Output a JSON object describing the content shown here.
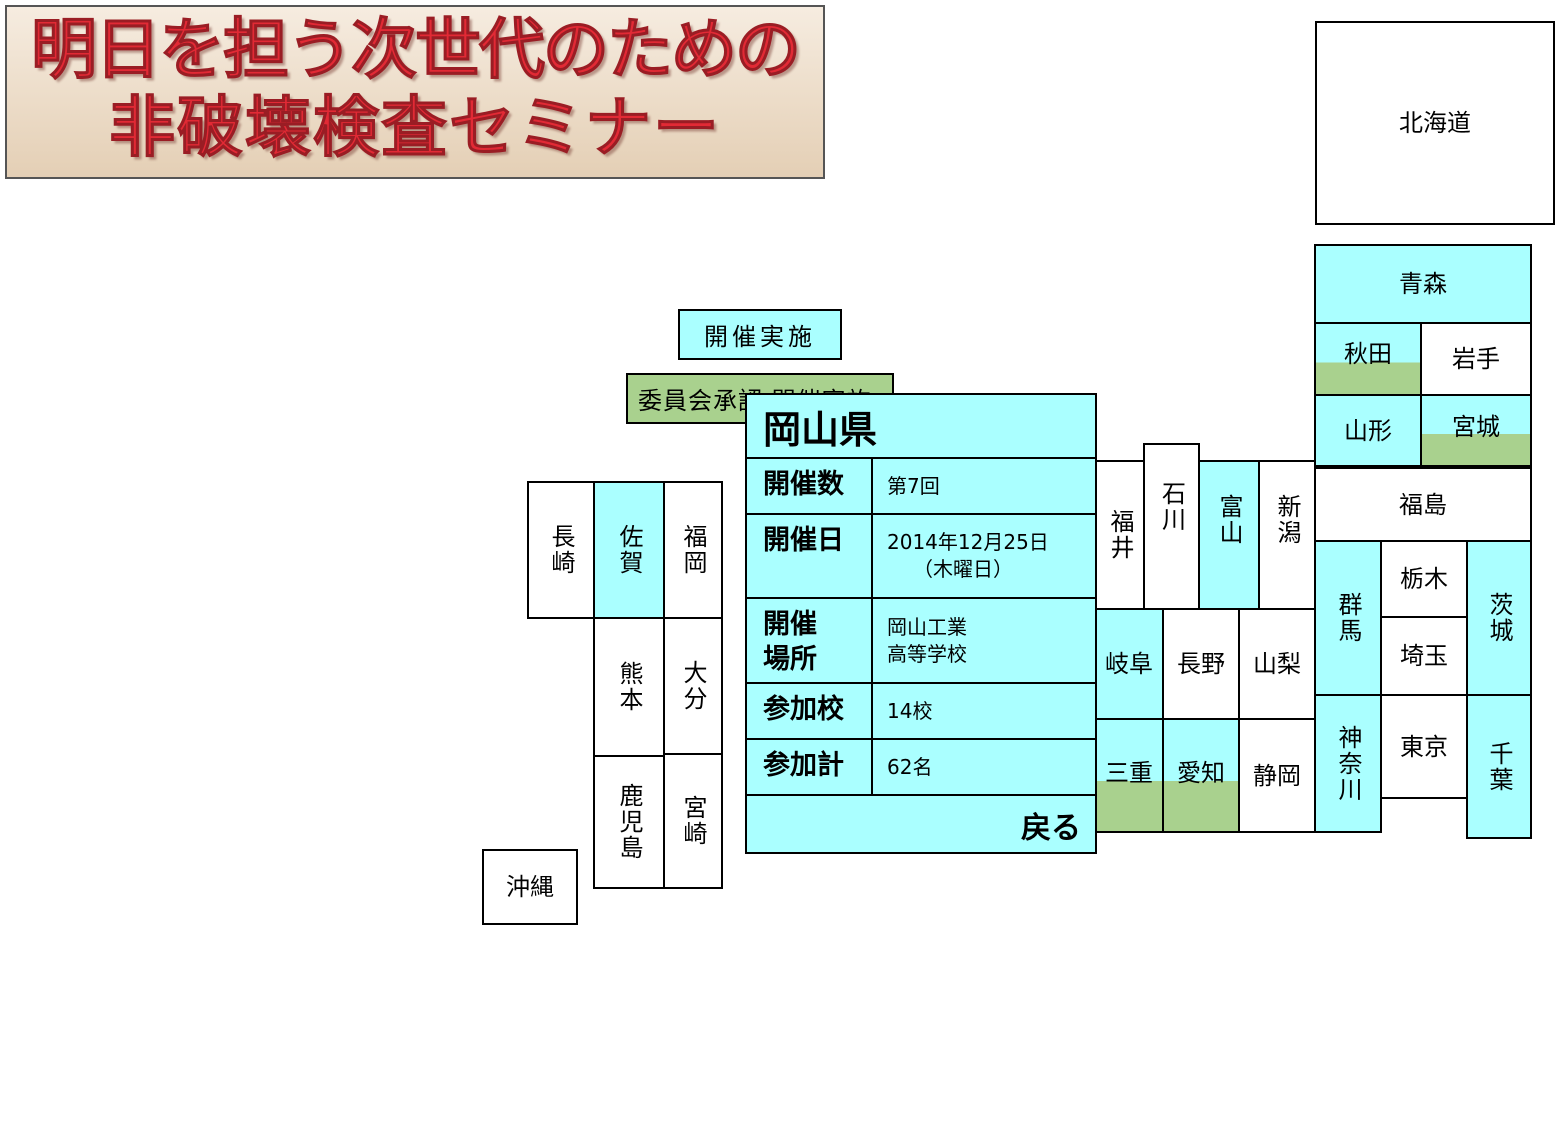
{
  "banner": {
    "line1": "明日を担う次世代のための",
    "line2": "非破壊検査セミナー"
  },
  "legend": {
    "held": "開催実施",
    "approved": "委員会承認 開催実施"
  },
  "colors": {
    "held": "#aaffff",
    "approved": "#a9d18e",
    "banner_text": "#e22a35"
  },
  "prefectures": {
    "hokkaido": "北海道",
    "aomori": "青森",
    "akita": "秋田",
    "iwate": "岩手",
    "yamagata": "山形",
    "miyagi": "宮城",
    "fukushima": "福島",
    "gunma": "群馬",
    "tochigi": "栃木",
    "ibaraki": "茨城",
    "saitama": "埼玉",
    "kanagawa": "神奈川",
    "tokyo": "東京",
    "chiba": "千葉",
    "fukui": "福井",
    "ishikawa": "石川",
    "toyama": "富山",
    "niigata": "新潟",
    "gifu": "岐阜",
    "nagano": "長野",
    "yamanashi": "山梨",
    "mie": "三重",
    "aichi": "愛知",
    "shizuoka": "静岡",
    "nagasaki": "長崎",
    "saga": "佐賀",
    "fukuoka": "福岡",
    "kumamoto": "熊本",
    "oita": "大分",
    "kagoshima": "鹿児島",
    "miyazaki": "宮崎",
    "okinawa": "沖縄"
  },
  "popup": {
    "title": "岡山県",
    "rows": [
      {
        "key": "開催数",
        "value": "第7回"
      },
      {
        "key": "開催日",
        "value": "2014年12月25日",
        "value2": "（木曜日）"
      },
      {
        "key": "開催\n場所",
        "value": "岡山工業",
        "value2": "高等学校"
      },
      {
        "key": "参加校",
        "value": "14校"
      },
      {
        "key": "参加計",
        "value": "62名"
      }
    ],
    "back": "戻る"
  }
}
